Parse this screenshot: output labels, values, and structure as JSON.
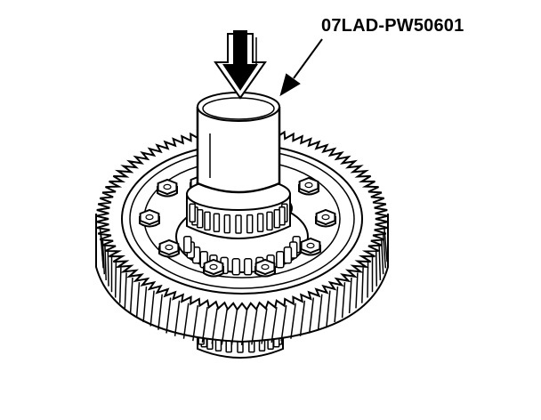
{
  "diagram": {
    "tool_label": "07LAD-PW50601",
    "components": {
      "press_arrow": "press-direction-arrow",
      "tool": "bearing-driver-attachment",
      "gear": "final-driven-gear",
      "bolts": "gear-mounting-bolts",
      "bearing_top": "carrier-bearing-upper",
      "bearing_bottom": "carrier-bearing-lower"
    },
    "colors": {
      "ink": "#000000",
      "paper": "#ffffff"
    }
  }
}
